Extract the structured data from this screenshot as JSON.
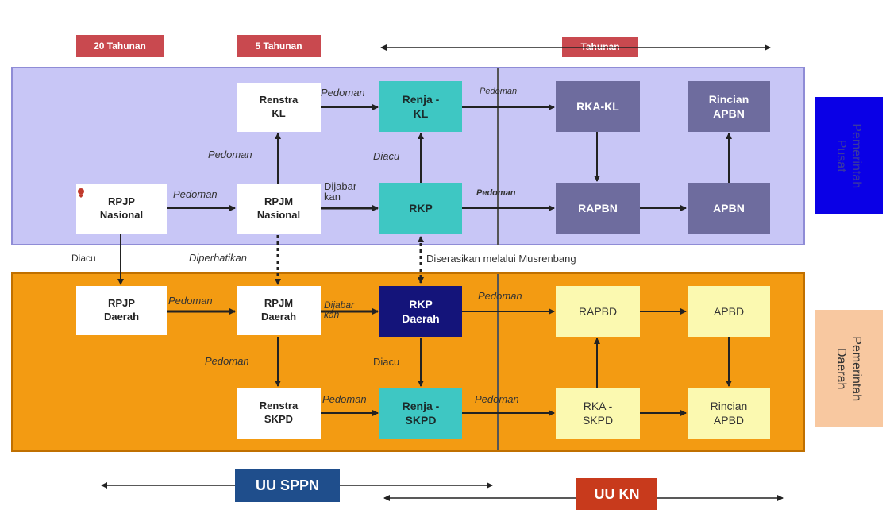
{
  "header": {
    "label_20": "20 Tahunan",
    "label_5": "5 Tahunan",
    "label_annual": "Tahunan"
  },
  "sides": {
    "pusat": "Pemerintah\nPusat",
    "daerah": "Pemerintah\nDaerah"
  },
  "nodes": {
    "rpjp_nasional": "RPJP\nNasional",
    "rpjm_nasional": "RPJM\nNasional",
    "renstra_kl": "Renstra\nKL",
    "renja_kl": "Renja -\nKL",
    "rkp": "RKP",
    "rka_kl": "RKA-KL",
    "rincian_apbn": "Rincian\nAPBN",
    "rapbn": "RAPBN",
    "apbn": "APBN",
    "rpjp_daerah": "RPJP\nDaerah",
    "rpjm_daerah": "RPJM\nDaerah",
    "rkp_daerah": "RKP\nDaerah",
    "rapbd": "RAPBD",
    "apbd": "APBD",
    "renstra_skpd": "Renstra\nSKPD",
    "renja_skpd": "Renja -\nSKPD",
    "rka_skpd": "RKA -\nSKPD",
    "rincian_apbd": "Rincian\nAPBD"
  },
  "edges": {
    "pedoman": "Pedoman",
    "diacu": "Diacu",
    "dijabarkan": "Dijabar\nkan",
    "diperhatikan": "Diperhatikan",
    "diserasikan": "Diserasikan melalui Musrenbang"
  },
  "footer": {
    "uu_sppn": "UU SPPN",
    "uu_kn": "UU KN"
  },
  "colors": {
    "pusat_band": "#c8c6f6",
    "daerah_band": "#f39b12",
    "teal": "#3ec7c3",
    "slate": "#6e6c9e",
    "navy": "#14147a",
    "cream": "#fbf9b0",
    "red_label": "#c9494f",
    "blue_side": "#0a00e6",
    "peach_side": "#f8c8a0",
    "uu_sppn": "#1f4e8c",
    "uu_kn": "#c83a1c"
  }
}
